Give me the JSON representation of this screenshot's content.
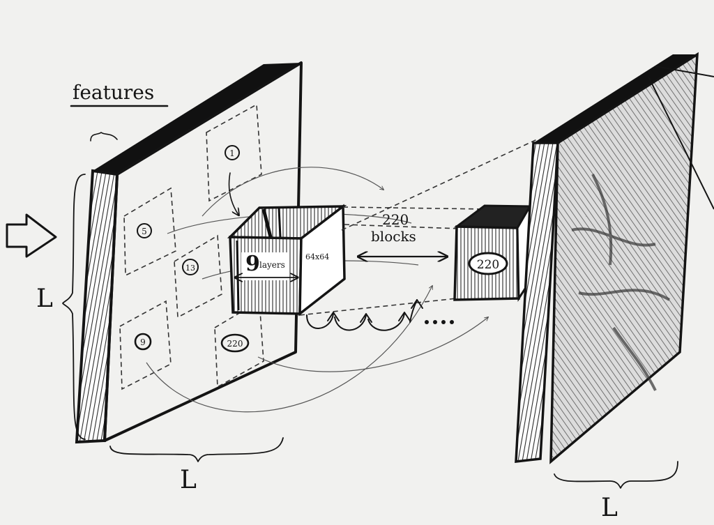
{
  "labels": {
    "features": "features",
    "side_left": "L",
    "bottom_left": "L",
    "bottom_right": "L",
    "cube_layers_num": "9",
    "cube_layers_word": "layers",
    "cube_size": "64x64",
    "blocks_count": "220",
    "blocks_word": "blocks",
    "output_block": "220"
  },
  "patches": [
    {
      "label": "1"
    },
    {
      "label": "5"
    },
    {
      "label": "13"
    },
    {
      "label": "9"
    },
    {
      "label": "220"
    }
  ],
  "colors": {
    "ink": "#141414",
    "paper": "#f1f1ef",
    "shade": "#6a6a6a"
  },
  "icons": {
    "input_arrow": "hollow-arrow-right",
    "double_arrow": "double-headed-arrow",
    "ellipsis": "dots"
  }
}
